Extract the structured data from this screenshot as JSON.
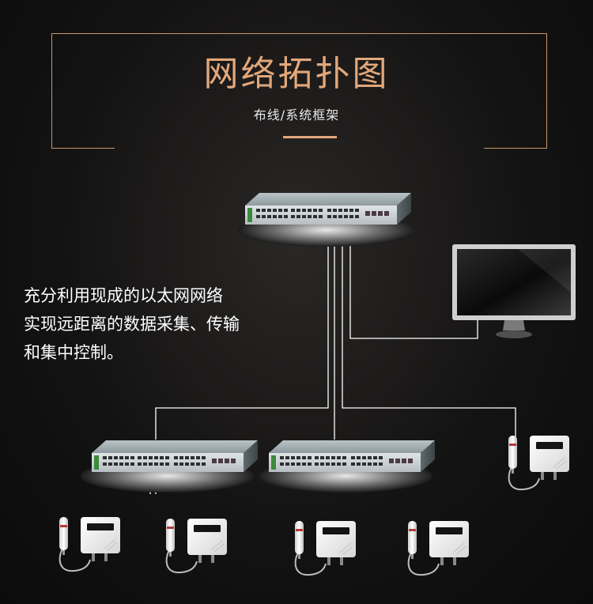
{
  "header": {
    "title": "网络拓扑图",
    "subtitle": "布线/系统框架"
  },
  "description": {
    "lines": [
      "充分利用现成的以太网网络",
      "实现远距离的数据采集、传输",
      "和集中控制。"
    ]
  },
  "colors": {
    "accent": "#e2a77a",
    "frame": "#c8976a",
    "line": "#ffffff"
  }
}
